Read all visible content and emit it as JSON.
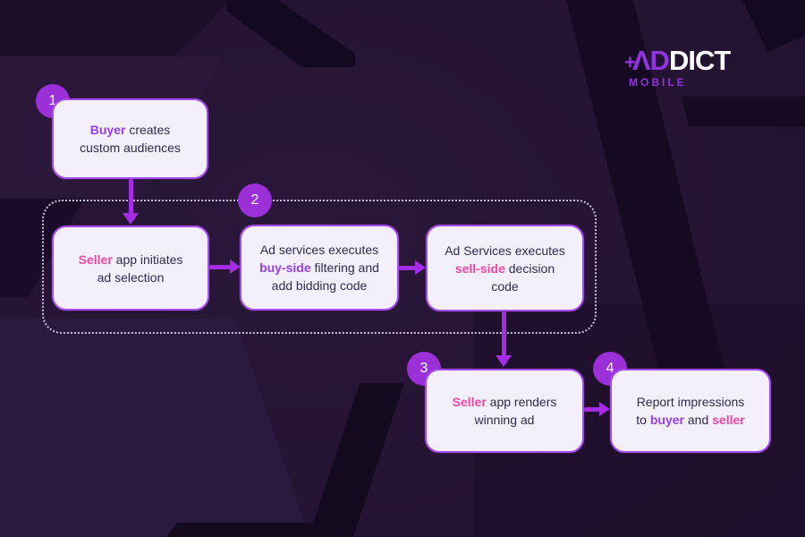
{
  "brand": {
    "plus_glyph": "+",
    "name_purple": "ΛD",
    "name_white": "DICT",
    "tagline": "MOBILE",
    "purple": "#9233E2",
    "white": "#FFFFFF"
  },
  "colors": {
    "background_base": "#241231",
    "background_dark_shapes": "#140A20",
    "background_light_shapes": "#2C1940",
    "box_background": "#F3EFFB",
    "box_border": "#A64CED",
    "badge_fill": "#9B2FD8",
    "arrow": "#A32CE4",
    "keyword_purple": "#9540E8",
    "keyword_pink": "#EE4AA5",
    "body_text": "#332A4D",
    "dashed_border": "#D6CEE6"
  },
  "flow": {
    "badges": [
      "1",
      "2",
      "3",
      "4"
    ],
    "boxes": [
      {
        "id": "buyer-creates",
        "segments": [
          {
            "text": "Buyer"
          },
          {
            "text": " creates\ncustom audiences"
          }
        ]
      },
      {
        "id": "seller-initiates",
        "segments": [
          {
            "text": "Seller"
          },
          {
            "text": " app initiates\nad selection"
          }
        ]
      },
      {
        "id": "buy-side-filtering",
        "segments": [
          {
            "text": "Ad services executes\n"
          },
          {
            "text": "buy-side"
          },
          {
            "text": " filtering and\nadd bidding code"
          }
        ]
      },
      {
        "id": "sell-side-decision",
        "segments": [
          {
            "text": "Ad Services executes\n"
          },
          {
            "text": "sell-side"
          },
          {
            "text": " decision\ncode"
          }
        ]
      },
      {
        "id": "seller-renders",
        "segments": [
          {
            "text": "Seller"
          },
          {
            "text": " app renders\nwinning ad"
          }
        ]
      },
      {
        "id": "report-impressions",
        "segments": [
          {
            "text": "Report impressions\nto "
          },
          {
            "text": "buyer"
          },
          {
            "text": " and "
          },
          {
            "text": "seller"
          }
        ]
      }
    ]
  }
}
